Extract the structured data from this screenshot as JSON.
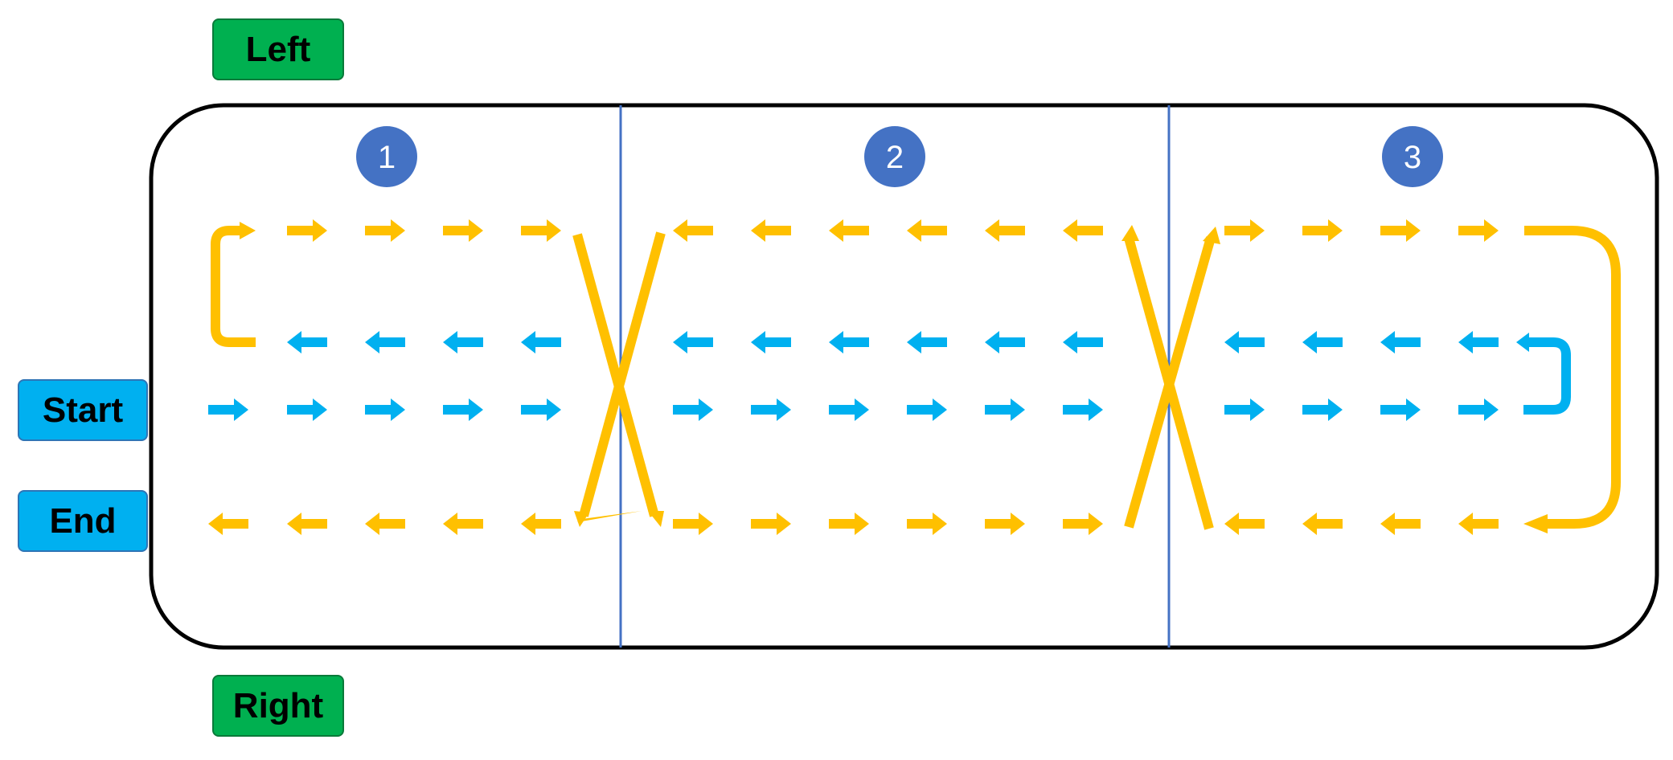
{
  "labels": {
    "left": "Left",
    "right": "Right",
    "start": "Start",
    "end": "End"
  },
  "zones": [
    "1",
    "2",
    "3"
  ],
  "colors": {
    "yellow_path": "#ffc000",
    "blue_path": "#00b0f0",
    "zone_badge": "#4472c4",
    "divider": "#4472c4",
    "border": "#000000",
    "side_label_green": "#00b050",
    "side_label_blue": "#00b0f0"
  }
}
